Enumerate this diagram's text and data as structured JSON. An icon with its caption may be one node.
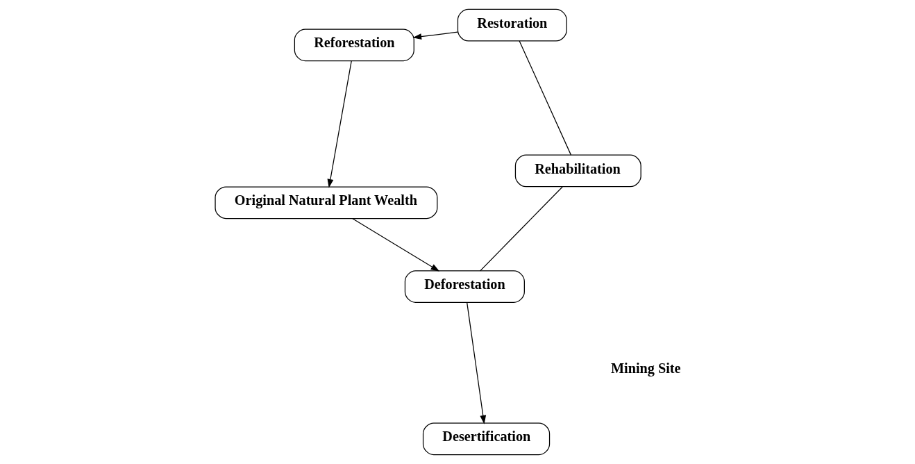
{
  "diagram": {
    "nodes": [
      {
        "text": [
          "Original Natural Plant Wealth"
        ]
      },
      {
        "text": [
          "Deforestation"
        ]
      },
      {
        "text": [
          "Desertification"
        ]
      },
      {
        "text": [
          "Rehabilitation"
        ]
      },
      {
        "text": [
          "Restoration"
        ]
      },
      {
        "text": [
          "Reforestation"
        ]
      }
    ],
    "edges": [
      {
        "from": 0,
        "to": 1,
        "arrow": "to"
      },
      {
        "from": 1,
        "to": 2,
        "arrow": "to"
      },
      {
        "from": 1,
        "to": 3,
        "arrow": "none"
      },
      {
        "from": 3,
        "to": 4,
        "arrow": "none"
      },
      {
        "from": 4,
        "to": 5,
        "arrow": "to"
      },
      {
        "from": 5,
        "to": 0,
        "arrow": "to"
      }
    ],
    "labels": [
      "Mining Site"
    ]
  }
}
